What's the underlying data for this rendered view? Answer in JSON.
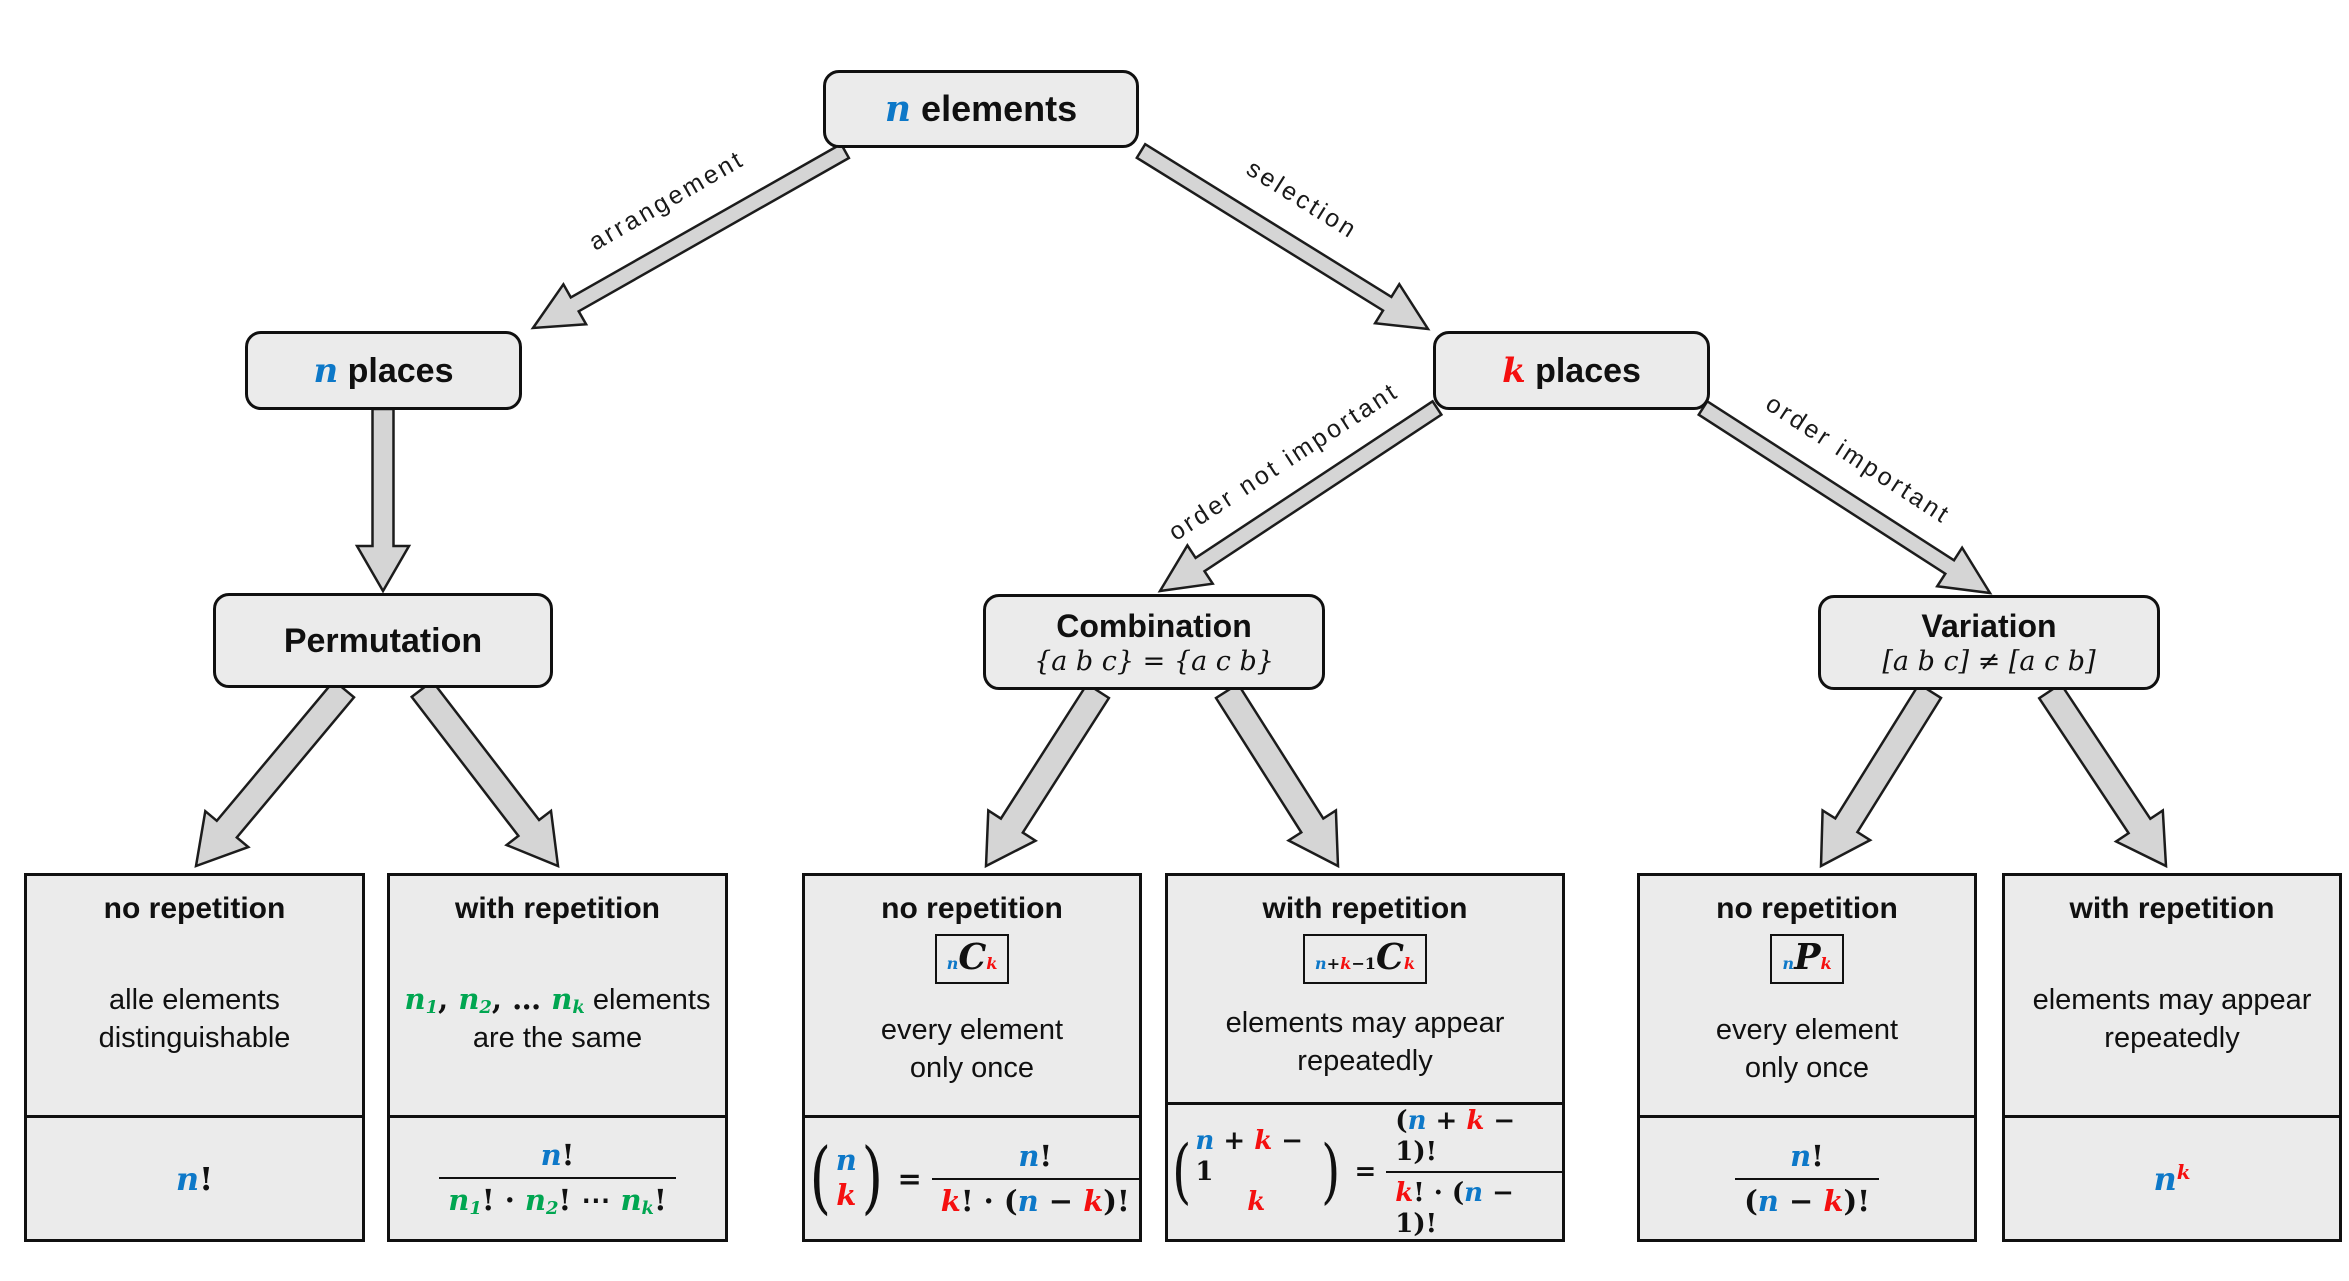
{
  "colors": {
    "blue": "#0d78c8",
    "red": "#f50f0f",
    "green": "#00a651",
    "panel": "#ebebeb",
    "arrow_fill": "#d5d5d5",
    "ink": "#101010"
  },
  "nodes": {
    "root": {
      "title": [
        {
          "t": "n",
          "cls": "blue"
        },
        {
          "t": " elements",
          "cls": "plain b"
        }
      ]
    },
    "places_left": {
      "title": [
        {
          "t": "n",
          "cls": "blue"
        },
        {
          "t": " places",
          "cls": "plain b"
        }
      ]
    },
    "places_right": {
      "title": [
        {
          "t": "k",
          "cls": "red"
        },
        {
          "t": " places",
          "cls": "plain b"
        }
      ]
    },
    "permutation": {
      "title": "Permutation"
    },
    "combination": {
      "title": "Combination",
      "subtitle": [
        {
          "t": "{a b c} = {a c b}",
          "cls": "r"
        }
      ]
    },
    "variation": {
      "title": "Variation",
      "subtitle": [
        {
          "t": "[a b c] ≠ [a c b]",
          "cls": "r"
        }
      ]
    }
  },
  "edge_labels": {
    "arrangement": "arrangement",
    "selection": "selection",
    "order_not": "order not important",
    "order_yes": "order important"
  },
  "leaves": [
    {
      "header": "no repetition",
      "desc1": [
        {
          "t": "alle elements",
          "cls": "plain"
        }
      ],
      "desc2": [
        {
          "t": "distinguishable",
          "cls": "plain"
        }
      ],
      "formula": {
        "inline": [
          {
            "t": "n",
            "cls": "blue"
          },
          {
            "t": "!",
            "cls": "up"
          }
        ]
      }
    },
    {
      "header": "with repetition",
      "desc1": [
        {
          "t": "n",
          "cls": "green"
        },
        {
          "t": "1",
          "cls": "green sub"
        },
        {
          "t": ", ",
          "cls": "up"
        },
        {
          "t": "n",
          "cls": "green"
        },
        {
          "t": "2",
          "cls": "green sub"
        },
        {
          "t": ", … ",
          "cls": "up"
        },
        {
          "t": "n",
          "cls": "green"
        },
        {
          "t": "k",
          "cls": "green sub"
        },
        {
          "t": " elements",
          "cls": "plain"
        }
      ],
      "desc2": [
        {
          "t": "are the same",
          "cls": "plain"
        }
      ],
      "formula": {
        "num": [
          {
            "t": "n",
            "cls": "blue"
          },
          {
            "t": "!",
            "cls": "up"
          }
        ],
        "den": [
          {
            "t": "n",
            "cls": "green"
          },
          {
            "t": "1",
            "cls": "green sub"
          },
          {
            "t": "! · ",
            "cls": "up"
          },
          {
            "t": "n",
            "cls": "green"
          },
          {
            "t": "2",
            "cls": "green sub"
          },
          {
            "t": "! ⋯ ",
            "cls": "up"
          },
          {
            "t": "n",
            "cls": "green"
          },
          {
            "t": "k",
            "cls": "green sub"
          },
          {
            "t": "!",
            "cls": "up"
          }
        ]
      }
    },
    {
      "header": "no repetition",
      "badge": [
        {
          "t": "n",
          "cls": "blue sub"
        },
        {
          "t": "C",
          "cls": "big"
        },
        {
          "t": "k",
          "cls": "red sub"
        }
      ],
      "desc1": [
        {
          "t": "every element",
          "cls": "plain"
        }
      ],
      "desc2": [
        {
          "t": "only once",
          "cls": "plain"
        }
      ],
      "formula": {
        "lp": "(",
        "rp": ")",
        "eq": "=",
        "top": [
          {
            "t": "n",
            "cls": "blue"
          }
        ],
        "bottom": [
          {
            "t": "k",
            "cls": "red"
          }
        ],
        "num": [
          {
            "t": "n",
            "cls": "blue"
          },
          {
            "t": "!",
            "cls": "up"
          }
        ],
        "den": [
          {
            "t": "k",
            "cls": "red"
          },
          {
            "t": "! · (",
            "cls": "up"
          },
          {
            "t": "n",
            "cls": "blue"
          },
          {
            "t": " − ",
            "cls": "up"
          },
          {
            "t": "k",
            "cls": "red"
          },
          {
            "t": ")!",
            "cls": "up"
          }
        ]
      }
    },
    {
      "header": "with repetition",
      "badge": [
        {
          "t": "n",
          "cls": "blue sub"
        },
        {
          "t": "+",
          "cls": "up sub"
        },
        {
          "t": "k",
          "cls": "red sub"
        },
        {
          "t": "−1",
          "cls": "up sub"
        },
        {
          "t": "C",
          "cls": "big"
        },
        {
          "t": "k",
          "cls": "red sub"
        }
      ],
      "desc1": [
        {
          "t": "elements may appear",
          "cls": "plain"
        }
      ],
      "desc2": [
        {
          "t": "repeatedly",
          "cls": "plain"
        }
      ],
      "formula": {
        "lp": "(",
        "rp": ")",
        "eq": "=",
        "top": [
          {
            "t": "n",
            "cls": "blue"
          },
          {
            "t": " + ",
            "cls": "up"
          },
          {
            "t": "k",
            "cls": "red"
          },
          {
            "t": " − 1",
            "cls": "up"
          }
        ],
        "bottom": [
          {
            "t": "k",
            "cls": "red"
          }
        ],
        "num": [
          {
            "t": "(",
            "cls": "up"
          },
          {
            "t": "n",
            "cls": "blue"
          },
          {
            "t": " + ",
            "cls": "up"
          },
          {
            "t": "k",
            "cls": "red"
          },
          {
            "t": " − 1)!",
            "cls": "up"
          }
        ],
        "den": [
          {
            "t": "k",
            "cls": "red"
          },
          {
            "t": "! · (",
            "cls": "up"
          },
          {
            "t": "n",
            "cls": "blue"
          },
          {
            "t": " − 1)!",
            "cls": "up"
          }
        ]
      }
    },
    {
      "header": "no repetition",
      "badge": [
        {
          "t": "n",
          "cls": "blue sub"
        },
        {
          "t": "P",
          "cls": "big"
        },
        {
          "t": "k",
          "cls": "red sub"
        }
      ],
      "desc1": [
        {
          "t": "every element",
          "cls": "plain"
        }
      ],
      "desc2": [
        {
          "t": "only once",
          "cls": "plain"
        }
      ],
      "formula": {
        "num": [
          {
            "t": "n",
            "cls": "blue"
          },
          {
            "t": "!",
            "cls": "up"
          }
        ],
        "den": [
          {
            "t": "(",
            "cls": "up"
          },
          {
            "t": "n",
            "cls": "blue"
          },
          {
            "t": " − ",
            "cls": "up"
          },
          {
            "t": "k",
            "cls": "red"
          },
          {
            "t": ")!",
            "cls": "up"
          }
        ]
      }
    },
    {
      "header": "with repetition",
      "desc1": [
        {
          "t": "elements may appear",
          "cls": "plain"
        }
      ],
      "desc2": [
        {
          "t": "repeatedly",
          "cls": "plain"
        }
      ],
      "formula": {
        "inline": [
          {
            "t": "n",
            "cls": "blue"
          },
          {
            "t": "k",
            "cls": "red sup"
          }
        ]
      }
    }
  ]
}
